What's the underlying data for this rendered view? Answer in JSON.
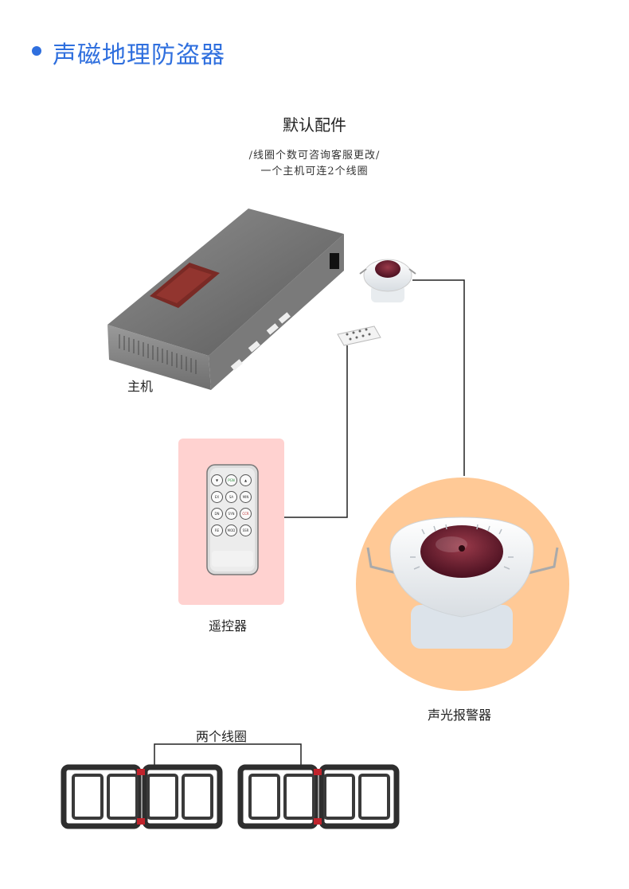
{
  "header": {
    "title": "声磁地理防盗器"
  },
  "section": {
    "heading": "默认配件",
    "note_line1": "/线圈个数可咨询客服更改/",
    "note_line2": "一个主机可连2个线圈"
  },
  "components": {
    "host_label": "主机",
    "remote_label": "遥控器",
    "alarm_label": "声光报警器",
    "coils_label": "两个线圈"
  },
  "remote_buttons": [
    "▼",
    "PGN",
    "▲",
    "EX",
    "SA",
    "MIN",
    "DN",
    "SYN",
    "CCR",
    "RE",
    "MOD",
    "SSR"
  ],
  "colors": {
    "accent": "#2f6fde",
    "remote_bg": "#ffd2d0",
    "alarm_bg": "#ffc996"
  }
}
